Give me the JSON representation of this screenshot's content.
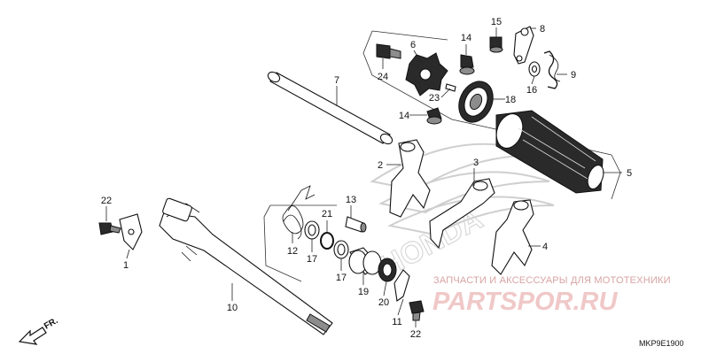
{
  "diagram_code": "MKP9E1900",
  "front_label": "FR.",
  "watermark": {
    "subtitle": "ЗАПЧАСТИ И АКСЕССУАРЫ ДЛЯ МОТОТЕХНИКИ",
    "main": "PARTSPOR.RU"
  },
  "callouts": [
    {
      "id": "c1",
      "label": "1"
    },
    {
      "id": "c2",
      "label": "2"
    },
    {
      "id": "c3",
      "label": "3"
    },
    {
      "id": "c4",
      "label": "4"
    },
    {
      "id": "c5",
      "label": "5"
    },
    {
      "id": "c6",
      "label": "6"
    },
    {
      "id": "c7",
      "label": "7"
    },
    {
      "id": "c8",
      "label": "8"
    },
    {
      "id": "c9",
      "label": "9"
    },
    {
      "id": "c10",
      "label": "10"
    },
    {
      "id": "c11",
      "label": "11"
    },
    {
      "id": "c12",
      "label": "12"
    },
    {
      "id": "c13",
      "label": "13"
    },
    {
      "id": "c14a",
      "label": "14"
    },
    {
      "id": "c14b",
      "label": "14"
    },
    {
      "id": "c15",
      "label": "15"
    },
    {
      "id": "c16",
      "label": "16"
    },
    {
      "id": "c17a",
      "label": "17"
    },
    {
      "id": "c17b",
      "label": "17"
    },
    {
      "id": "c18",
      "label": "18"
    },
    {
      "id": "c19",
      "label": "19"
    },
    {
      "id": "c20",
      "label": "20"
    },
    {
      "id": "c21",
      "label": "21"
    },
    {
      "id": "c22a",
      "label": "22"
    },
    {
      "id": "c22b",
      "label": "22"
    },
    {
      "id": "c23",
      "label": "23"
    },
    {
      "id": "c24",
      "label": "24"
    }
  ]
}
